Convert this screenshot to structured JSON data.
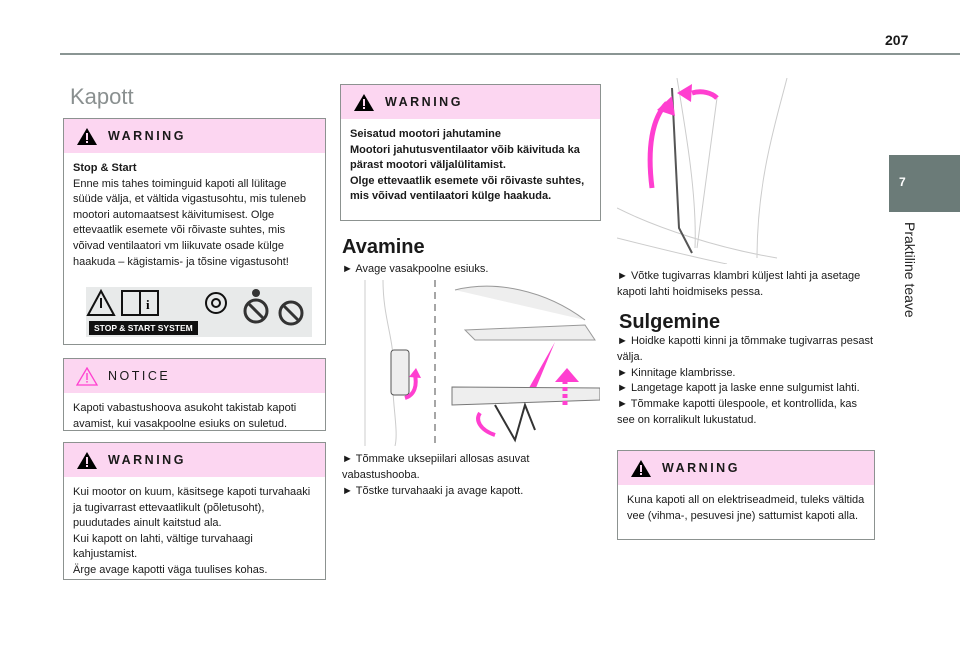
{
  "page_number": "207",
  "chapter": {
    "number": "7",
    "title": "Praktiline teave"
  },
  "section_title": "Kapott",
  "warning_label": "WARNING",
  "notice_label": "NOTICE",
  "left": {
    "warning1": {
      "heading": "Stop & Start",
      "body": "Enne mis tahes toiminguid kapoti all lülitage süüde välja, et vältida vigastusohtu, mis tuleneb mootori automaatsest käivitumisest. Olge ettevaatlik esemete või rõivaste suhtes, mis võivad ventilaatori vm liikuvate osade külge haakuda – kägistamis- ja tõsine vigastusoht!",
      "sticker_label": "STOP & START SYSTEM"
    },
    "notice": {
      "body": "Kapoti vabastushoova asukoht takistab kapoti avamist, kui vasakpoolne esiuks on suletud."
    },
    "warning2": {
      "body": "Kui mootor on kuum, käsitsege kapoti turvahaaki ja tugivarrast ettevaatlikult (põletusoht), puudutades ainult kaitstud ala.\nKui kapott on lahti, vältige turvahaagi kahjustamist.\nÄrge avage kapotti väga tuulises kohas."
    }
  },
  "middle": {
    "warning": {
      "body": "Seisatud mootori jahutamine\nMootori jahutusventilaator võib käivituda ka pärast mootori väljalülitamist.\nOlge ettevaatlik esemete või rõivaste suhtes, mis võivad ventilaatori külge haakuda."
    },
    "heading": "Avamine",
    "step1": "► Avage vasakpoolne esiuks.",
    "steps": "► Tõmmake uksepiilari allosas asuvat vabastushooba.\n► Tõstke turvahaaki ja avage kapott."
  },
  "right": {
    "step": "► Võtke tugivarras klambri küljest lahti ja asetage kapoti lahti hoidmiseks pessa.",
    "heading": "Sulgemine",
    "steps": "► Hoidke kapotti kinni ja tõmmake tugivarras pesast välja.\n► Kinnitage klambrisse.\n► Langetage kapott ja laske enne sulgumist lahti.\n► Tõmmake kapotti ülespoole, et kontrollida, kas see on korralikult lukustatud.",
    "warning": {
      "body": "Kuna kapoti all on elektriseadmeid, tuleks vältida vee (vihma-, pesuvesi jne) sattumist kapoti alla."
    }
  },
  "colors": {
    "pink": "#fcd6f1",
    "accent": "#ff3fd0",
    "tab": "#6b7b78"
  }
}
